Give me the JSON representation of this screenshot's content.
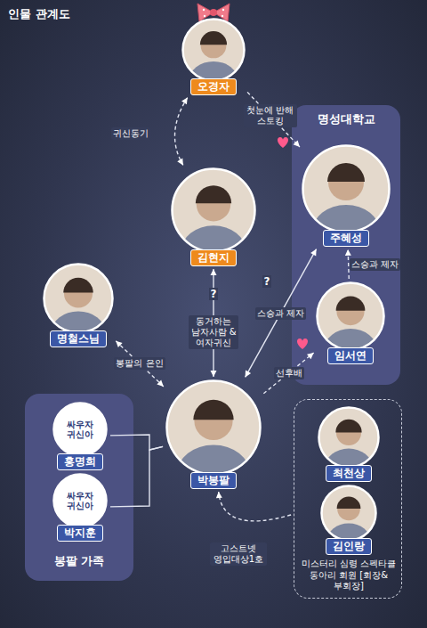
{
  "diagram": {
    "title": "인물 관계도",
    "nodes": [
      {
        "text": [
          "오경자"
        ]
      },
      {
        "text": [
          "명성대학교"
        ]
      },
      {
        "text": [
          "주혜성"
        ],
        "in": 1
      },
      {
        "text": [
          "김현지"
        ]
      },
      {
        "text": [
          "명철스님"
        ]
      },
      {
        "text": [
          "임서연"
        ],
        "in": 1
      },
      {
        "text": [
          "봉팔 가족"
        ]
      },
      {
        "text": [
          "홍명희"
        ],
        "in": 6
      },
      {
        "text": [
          "박봉팔"
        ]
      },
      {
        "text": [
          "박지훈"
        ],
        "in": 6
      },
      {
        "text": [
          "미스터리 심령 스펙타클 동아리 회원 [회장&부회장]"
        ]
      },
      {
        "text": [
          "최천상"
        ],
        "in": 10
      },
      {
        "text": [
          "김인랑"
        ],
        "in": 10
      }
    ],
    "edges": [
      {
        "from": 0,
        "to": 3,
        "label": "귀신동기",
        "arrow": "both"
      },
      {
        "from": 0,
        "to": 2,
        "label": "첫눈에 반해 스토킹",
        "arrow": "to"
      },
      {
        "from": 3,
        "to": 8,
        "label": "동거하는 남자사람 &여자귀신",
        "arrow": "both"
      },
      {
        "from": 8,
        "to": 2,
        "label": "스승과 제자",
        "arrow": "both"
      },
      {
        "from": 5,
        "to": 2,
        "label": "스승과 제자",
        "arrow": "to"
      },
      {
        "from": 8,
        "to": 5,
        "label": "선후배",
        "arrow": "to"
      },
      {
        "from": 8,
        "to": 4,
        "label": "봉팔의 은인",
        "arrow": "both"
      },
      {
        "from": 7,
        "to": 8,
        "arrow": "none"
      },
      {
        "from": 9,
        "to": 8,
        "arrow": "none"
      },
      {
        "from": 10,
        "to": 8,
        "label": "고스트넷 영입대상1호",
        "arrow": "to"
      }
    ],
    "labels": [
      "?",
      "?",
      "싸우자 귀신아",
      "싸우자 귀신아"
    ]
  }
}
